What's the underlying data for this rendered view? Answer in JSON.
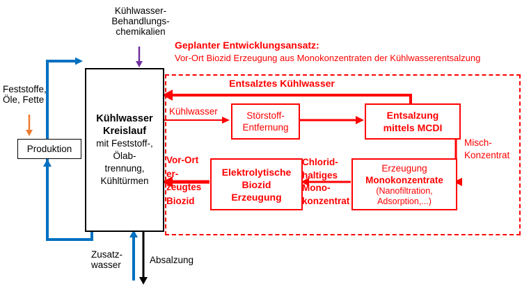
{
  "colors": {
    "red": "#FF0000",
    "blue": "#0070C0",
    "purple": "#7030A0",
    "orange": "#ED7D31",
    "black": "#000000"
  },
  "labels": {
    "chemicals": "Kühlwasser-\nBehandlungs-\nchemikalien",
    "feststoffe": "Feststoffe,\nÖle, Fette",
    "produktion": "Produktion",
    "zusatzwasser": "Zusatz-\nwasser",
    "absalzung": "Absalzung"
  },
  "main_box": {
    "title": "Kühlwasser\nKreislauf",
    "details": "mit Feststoff-,\nÖlab-\ntrennung,\nKühltürmen"
  },
  "development": {
    "heading": "Geplanter Entwicklungsansatz:",
    "subheading": "Vor-Ort Biozid Erzeugung aus Monokonzentraten der Kühlwasserentsalzung",
    "entsalztes_kuehlwasser": "Entsalztes Kühlwasser",
    "kuehlwasser": "Kühlwasser",
    "stoerstoff_box": "Störstoff-\nEntfernung",
    "entsalzung_box": "Entsalzung\nmittels MCDI",
    "misch_konzentrat": "Misch-\nKonzentrat",
    "erzeugung_line1": "Erzeugung",
    "erzeugung_line2": "Monokonzentrate",
    "erzeugung_line3": "(Nanofiltration,\nAdsorption,...)",
    "chlorid_konzentrat": "Chlorid-\nhaltiges\nMono-\nkonzentrat",
    "elektrolytische_box": "Elektrolytische\nBiozid\nErzeugung",
    "vor_ort_biozid": "Vor-Ort\ner-\nzeugtes\nBiozid"
  }
}
